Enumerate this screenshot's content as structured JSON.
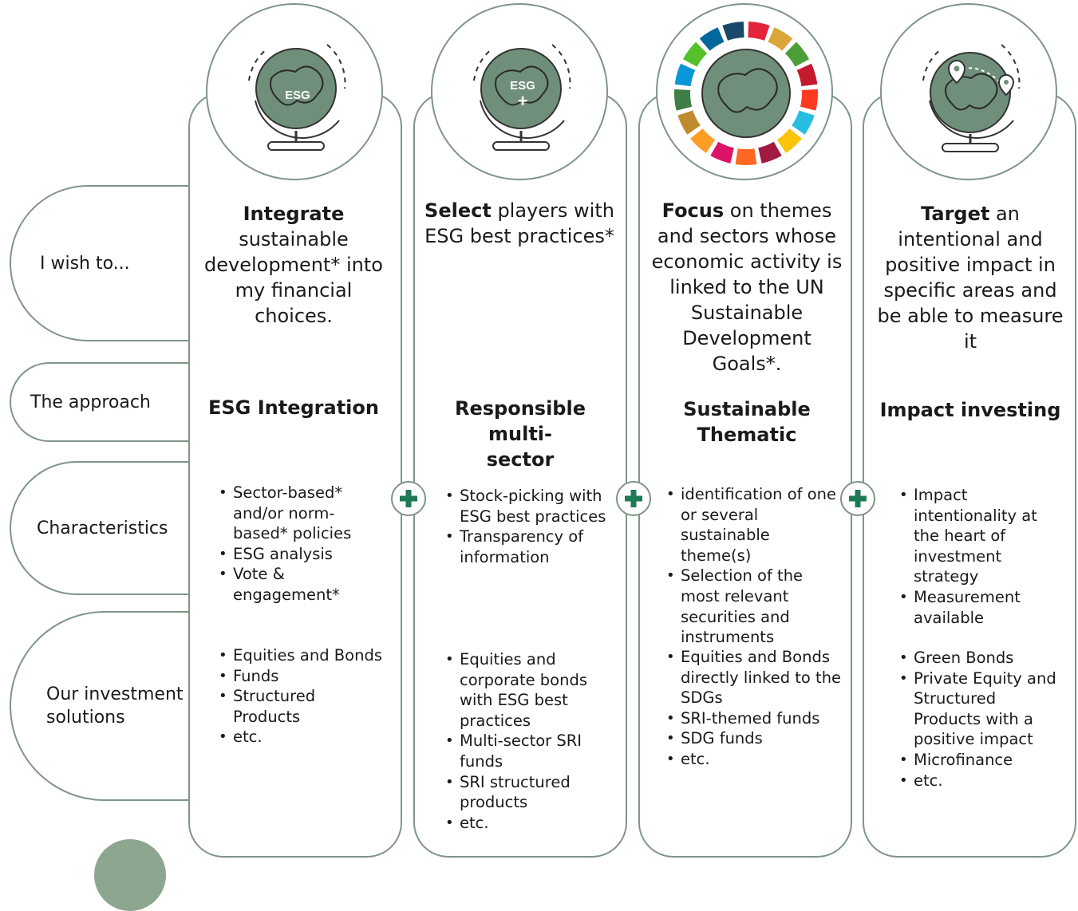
{
  "rows": [
    {
      "label": "I wish to..."
    },
    {
      "label": "The approach"
    },
    {
      "label": "Characteristics"
    },
    {
      "label": "Our investment\nsolutions"
    }
  ],
  "columns": [
    {
      "globe_label": "ESG",
      "wish_bold": "Integrate",
      "wish_rest": " sustainable development* into my financial choices.",
      "approach": "ESG Integration",
      "characteristics": [
        "Sector-based* and/or norm-based* policies",
        "ESG analysis",
        "Vote & engagement*"
      ],
      "solutions": [
        "Equities and Bonds",
        "Funds",
        "Structured Products",
        "etc."
      ]
    },
    {
      "globe_label": "ESG",
      "globe_label_2": "+",
      "wish_bold": "Select",
      "wish_rest": " players with ESG best practices*",
      "approach": "Responsible multi-\nsector",
      "characteristics": [
        "Stock-picking with ESG best practices",
        "Transparency of information"
      ],
      "solutions": [
        "Equities and corporate bonds with ESG best practices",
        "Multi-sector SRI funds",
        "SRI structured products",
        "etc."
      ]
    },
    {
      "wish_bold": "Focus",
      "wish_rest": " on themes and sectors whose economic activity is linked to the UN Sustainable Development Goals*.",
      "approach": "Sustainable\nThematic",
      "characteristics": [
        "identification of one or several sustainable theme(s)",
        "Selection of the most relevant securities and instruments"
      ],
      "solutions": [
        "Equities and Bonds directly linked to the SDGs",
        "SRI-themed funds",
        "SDG funds",
        "etc."
      ]
    },
    {
      "wish_bold": "Target",
      "wish_rest": " an intentional and positive impact in specific areas and be able to measure it",
      "approach": "Impact investing",
      "characteristics": [
        "Impact intentionality at the heart of investment strategy",
        "Measurement available"
      ],
      "solutions": [
        "Green Bonds",
        "Private Equity and Structured Products with a positive impact",
        "Microfinance",
        "etc."
      ]
    }
  ],
  "colors": {
    "outline": "#7f9586",
    "globe_fill": "#708f7a",
    "plus": "#1e7a52",
    "sdg_ring": [
      "#e5243b",
      "#dda63a",
      "#4c9f38",
      "#c5192d",
      "#ff3a21",
      "#26bde2",
      "#fcc30b",
      "#a21942",
      "#fd6925",
      "#dd1367",
      "#fd9d24",
      "#bf8b2e",
      "#3f7e44",
      "#0a97d9",
      "#56c02b",
      "#00689d",
      "#19486a"
    ]
  },
  "icons": {
    "globe": "globe-icon",
    "plus": "plus-icon",
    "pin": "map-pin-icon"
  }
}
